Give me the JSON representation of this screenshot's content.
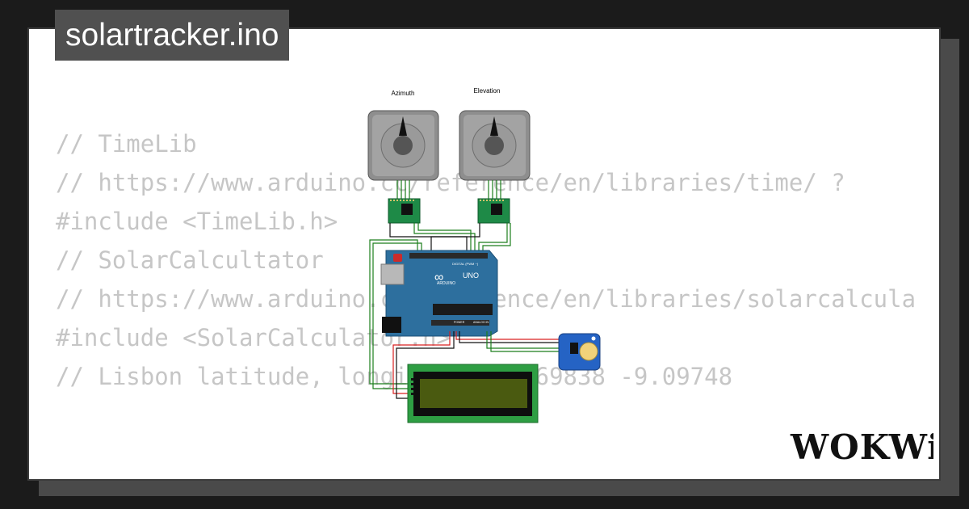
{
  "window": {
    "title": "solartracker.ino"
  },
  "code_lines": [
    "// TimeLib",
    "// https://www.arduino.cc/reference/en/libraries/time/ ?",
    "#include <TimeLib.h>",
    "",
    "",
    "// SolarCalcultator",
    "// https://www.arduino.cc/reference/en/libraries/solarcalculator/",
    "#include <SolarCalculator.h>",
    "",
    "// Lisbon latitude, longitude  38.69838 -9.09748"
  ],
  "diagram": {
    "motors": [
      {
        "label": "Azimuth"
      },
      {
        "label": "Elevation"
      }
    ],
    "board": {
      "logo": "∞",
      "brand": "ARDUINO",
      "model": "UNO",
      "digital_header": "DIGITAL (PWM ~)",
      "power_label": "POWER",
      "analog_label": "ANALOG IN"
    },
    "colors": {
      "arduino_blue": "#2d6f9e",
      "driver_green": "#1e8a47",
      "rtc_blue": "#2563c4",
      "lcd_green": "#2e9e43",
      "lcd_screen": "#4a5a10",
      "wire_green": "#1c7e1c",
      "wire_red": "#d92020",
      "wire_black": "#111111"
    }
  },
  "brand": {
    "logo_text": "WOKWi"
  }
}
